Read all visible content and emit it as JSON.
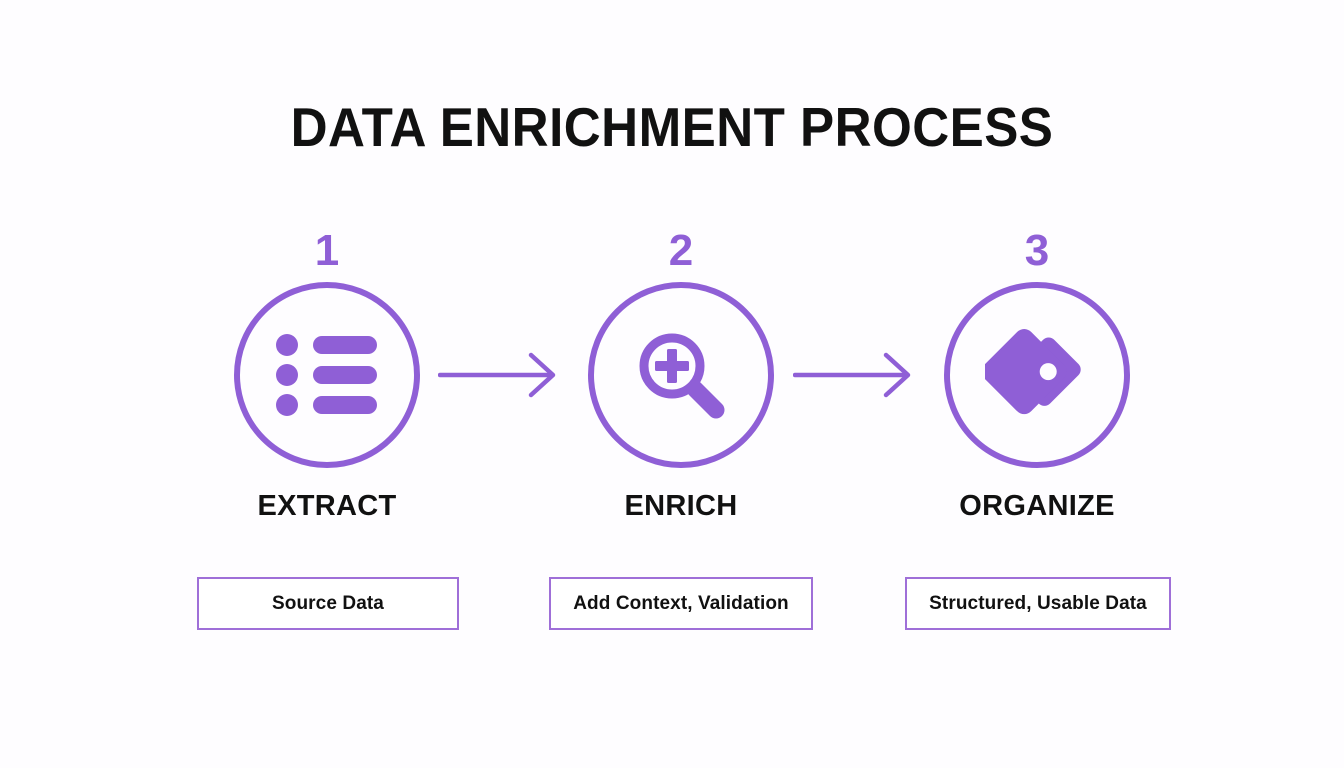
{
  "slide": {
    "title": "DATA ENRICHMENT PROCESS",
    "background_color": "#fefdff",
    "accent_color": "#8f5fd6",
    "box_border_color": "#9f6fd8",
    "text_color": "#111111"
  },
  "steps": [
    {
      "number": "1",
      "label": "EXTRACT",
      "caption": "Source Data",
      "icon": "bulleted-list-icon"
    },
    {
      "number": "2",
      "label": "ENRICH",
      "caption": "Add Context, Validation",
      "icon": "magnifier-plus-icon"
    },
    {
      "number": "3",
      "label": "ORGANIZE",
      "caption": "Structured, Usable Data",
      "icon": "tags-icon"
    }
  ],
  "connectors": [
    {
      "name": "arrow-right-icon",
      "from": "EXTRACT",
      "to": "ENRICH"
    },
    {
      "name": "arrow-right-icon",
      "from": "ENRICH",
      "to": "ORGANIZE"
    }
  ]
}
